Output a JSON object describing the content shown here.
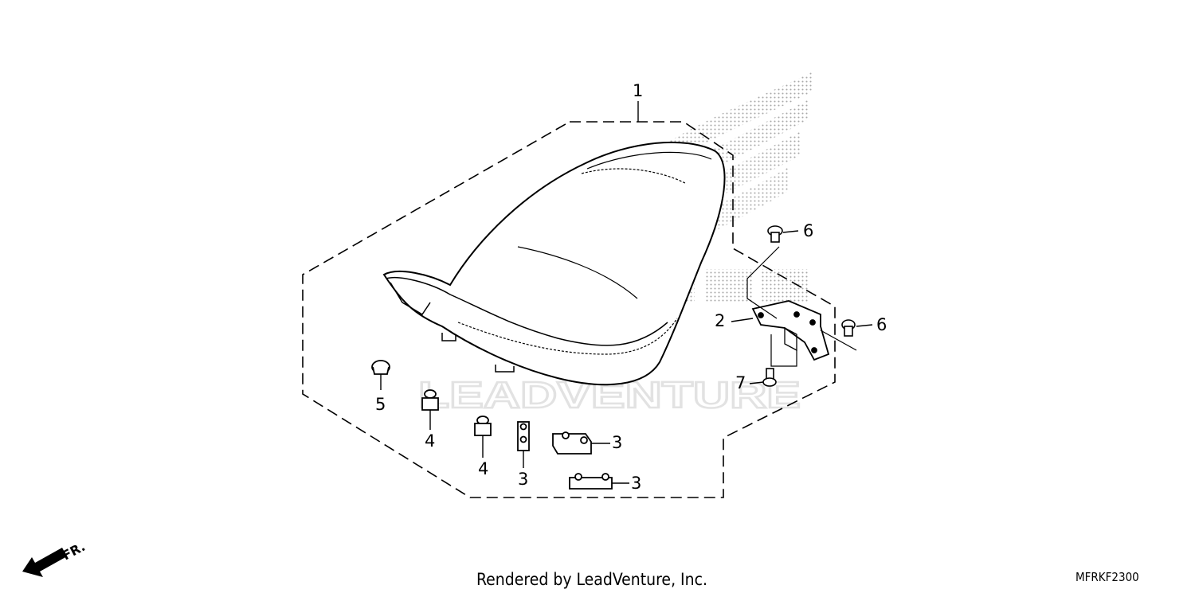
{
  "watermark": {
    "brand_text": "LEADVENTURE"
  },
  "callouts": [
    {
      "id": "seat",
      "label": "1"
    },
    {
      "id": "bracket",
      "label": "2"
    },
    {
      "id": "rubber-block-a",
      "label": "3"
    },
    {
      "id": "rubber-block-b",
      "label": "3"
    },
    {
      "id": "rubber-block-c",
      "label": "3"
    },
    {
      "id": "cushion-a",
      "label": "4"
    },
    {
      "id": "cushion-b",
      "label": "4"
    },
    {
      "id": "grommet",
      "label": "5"
    },
    {
      "id": "bolt-top",
      "label": "6"
    },
    {
      "id": "bolt-right",
      "label": "6"
    },
    {
      "id": "bolt-bottom",
      "label": "7"
    }
  ],
  "front_indicator": {
    "label": "FR."
  },
  "footer": {
    "credit": "Rendered by LeadVenture, Inc.",
    "diagram_code": "MFRKF2300"
  }
}
